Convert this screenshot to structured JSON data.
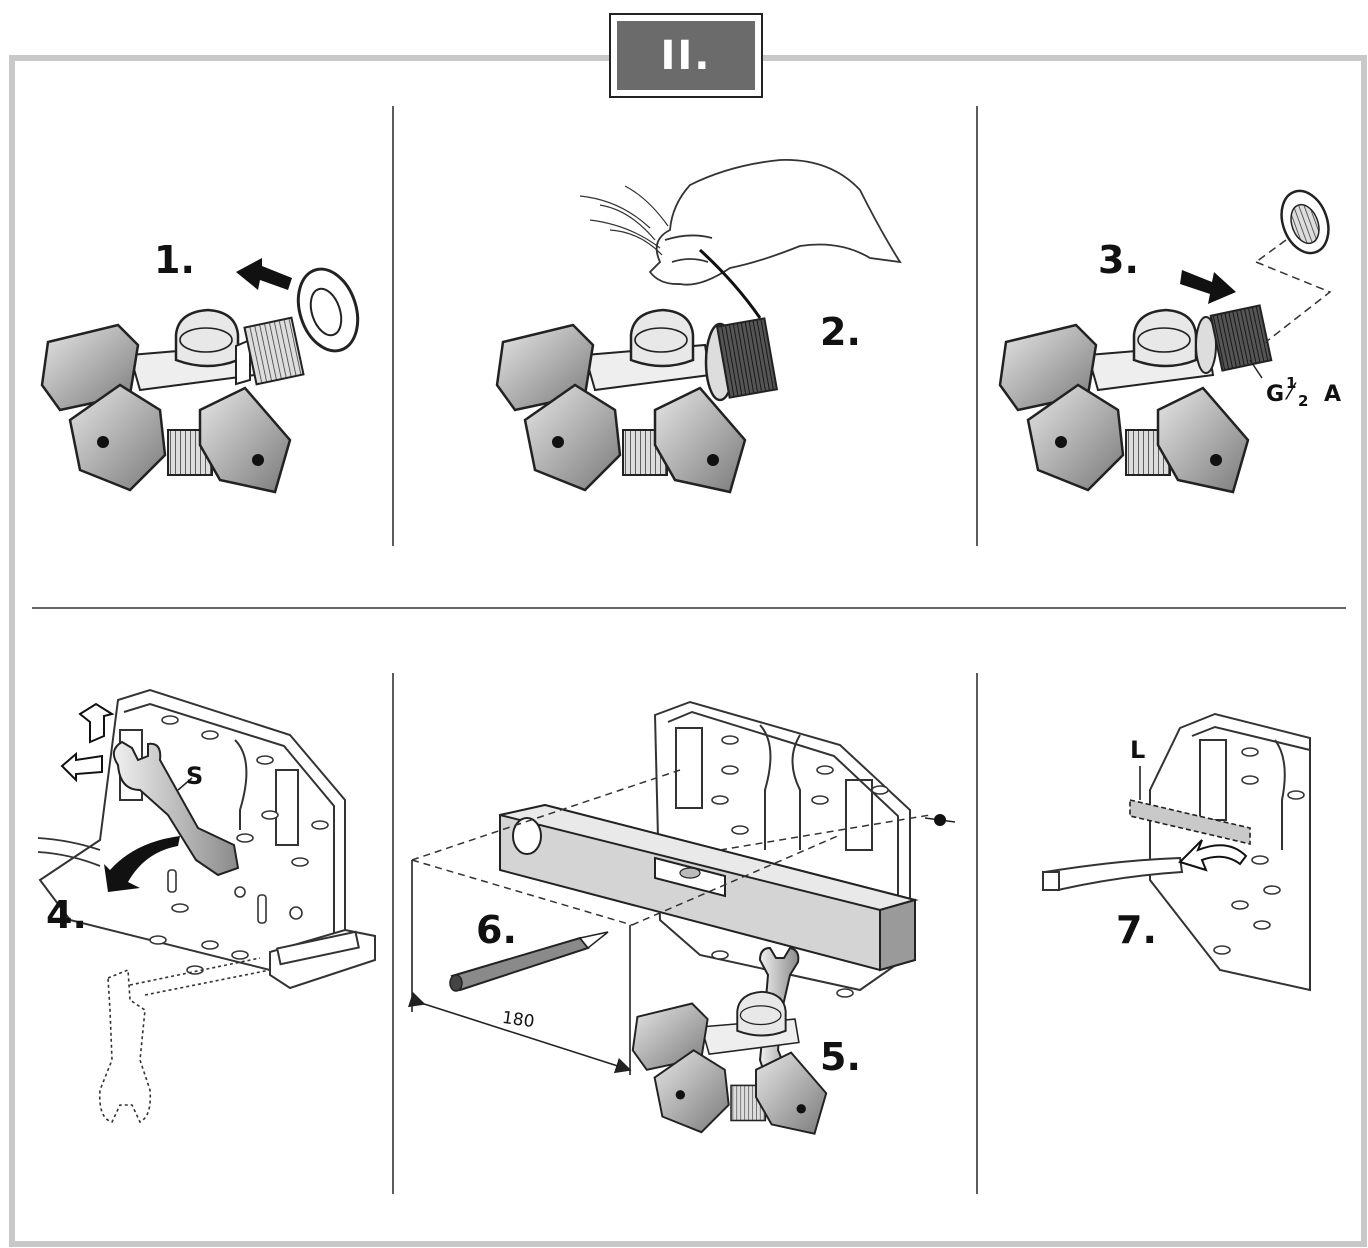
{
  "section_title": "II.",
  "steps": {
    "s1": "1.",
    "s2": "2.",
    "s3": "3.",
    "s4": "4.",
    "s5": "5.",
    "s6": "6.",
    "s7": "7."
  },
  "callouts": {
    "thread_g": "G",
    "thread_num": "1",
    "thread_slash": "⁄",
    "thread_den": "2",
    "thread_a": "A",
    "wrench_label": "S",
    "lever_label": "L",
    "dimension": "180"
  },
  "colors": {
    "frame": "#c8c8c8",
    "title_fill": "#6b6b6b",
    "valve_grey": "#9a9a9a",
    "line": "#222222"
  }
}
